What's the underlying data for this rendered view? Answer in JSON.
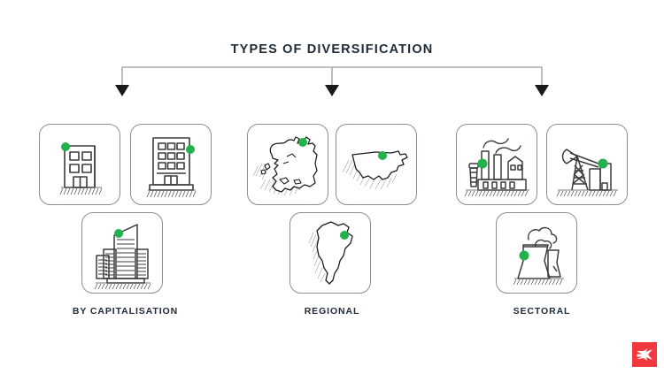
{
  "page": {
    "title": "TYPES OF DIVERSIFICATION",
    "background_color": "#ffffff",
    "text_color": "#1f2a36",
    "accent_color": "#22b14c",
    "line_color": "#3a3a3a",
    "card_border_color": "#8a8f96",
    "logo_color": "#f2373f"
  },
  "branches": [
    {
      "id": "by-capitalisation",
      "label": "BY CAPITALISATION",
      "icons": [
        {
          "name": "small-building-icon",
          "caption": "small capitalisation building"
        },
        {
          "name": "medium-building-icon",
          "caption": "medium capitalisation building"
        },
        {
          "name": "skyscraper-icon",
          "caption": "large capitalisation skyscraper"
        }
      ]
    },
    {
      "id": "regional",
      "label": "REGIONAL",
      "icons": [
        {
          "name": "europe-map-icon",
          "caption": "Europe region map"
        },
        {
          "name": "usa-map-icon",
          "caption": "United States region map"
        },
        {
          "name": "south-america-map-icon",
          "caption": "South America region map"
        }
      ]
    },
    {
      "id": "sectoral",
      "label": "SECTORAL",
      "icons": [
        {
          "name": "factory-icon",
          "caption": "industrial factory sector"
        },
        {
          "name": "oil-pumpjack-icon",
          "caption": "oil and gas sector"
        },
        {
          "name": "cooling-tower-icon",
          "caption": "energy and utilities sector"
        }
      ]
    }
  ],
  "connector": {
    "name": "branching-connector",
    "arrow_count": 3
  },
  "logo": {
    "name": "brand-logo",
    "shape": "x-mark"
  }
}
